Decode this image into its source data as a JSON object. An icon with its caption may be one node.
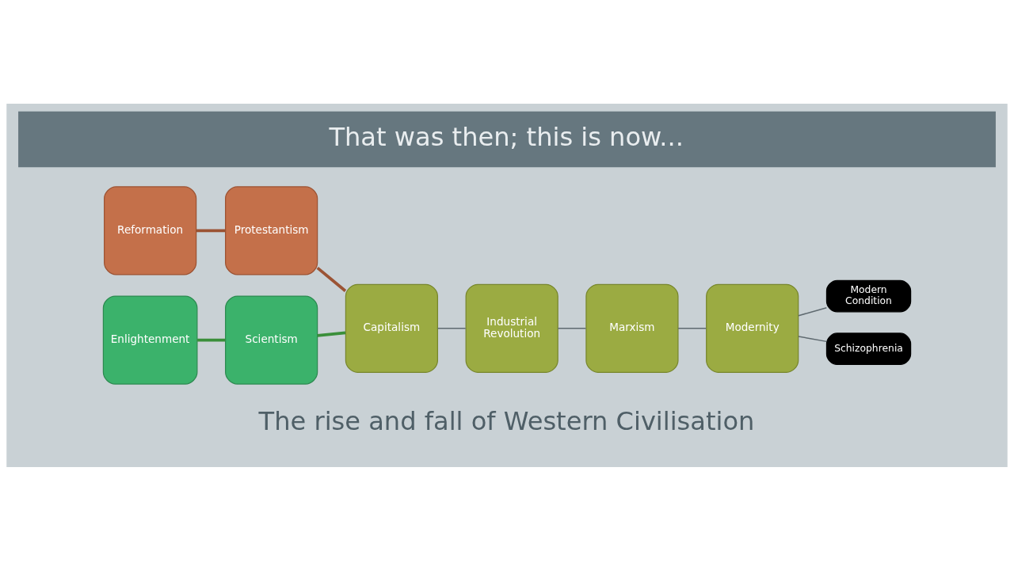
{
  "diagram": {
    "title": "That was then; this is now...",
    "caption": "The rise and fall of Western Civilisation",
    "nodes": [
      {
        "text": [
          "Reformation"
        ]
      },
      {
        "text": [
          "Protestantism"
        ]
      },
      {
        "text": [
          "Capitalism"
        ]
      },
      {
        "text": [
          "Industrial Revolution"
        ]
      },
      {
        "text": [
          "Marxism"
        ]
      },
      {
        "text": [
          "Modernity"
        ]
      },
      {
        "text": [
          "Schizophrenia"
        ]
      },
      {
        "text": [
          "Modern Condition"
        ]
      },
      {
        "text": [
          "Enlightenment"
        ]
      },
      {
        "text": [
          "Scientism"
        ]
      }
    ],
    "edges": [
      {
        "from": 0,
        "to": 1,
        "arrow": "none",
        "style": "thick",
        "color": "#9b5334"
      },
      {
        "from": 1,
        "to": 2,
        "arrow": "none",
        "style": "thick",
        "color": "#9b5334"
      },
      {
        "from": 8,
        "to": 9,
        "arrow": "none",
        "style": "thick",
        "color": "#3a8f3a"
      },
      {
        "from": 9,
        "to": 2,
        "arrow": "none",
        "style": "thick",
        "color": "#3a8f3a"
      },
      {
        "from": 2,
        "to": 3,
        "arrow": "none"
      },
      {
        "from": 3,
        "to": 4,
        "arrow": "none"
      },
      {
        "from": 4,
        "to": 5,
        "arrow": "none"
      },
      {
        "from": 5,
        "to": 6,
        "arrow": "none"
      },
      {
        "from": 5,
        "to": 7,
        "arrow": "none"
      }
    ]
  }
}
